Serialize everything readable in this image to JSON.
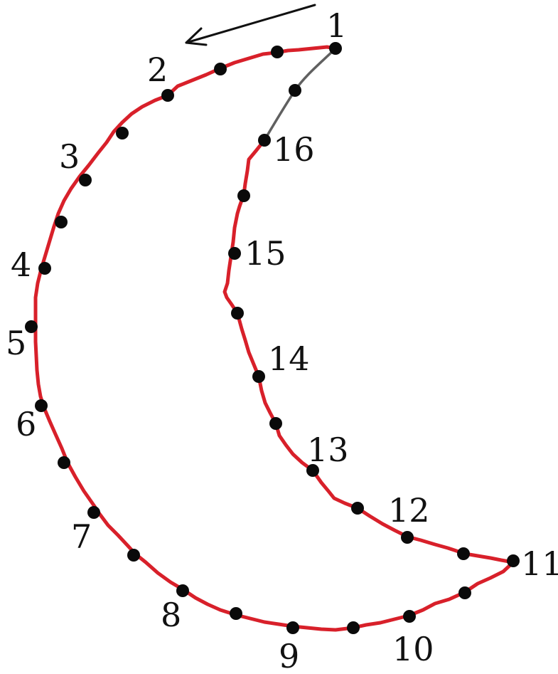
{
  "colors": {
    "trace": "#d8202a",
    "guide": "#606060",
    "dot": "#0a0a0a",
    "arrow": "#111111",
    "text": "#111111"
  },
  "labels": [
    "1",
    "2",
    "3",
    "4",
    "5",
    "6",
    "7",
    "8",
    "9",
    "10",
    "11",
    "12",
    "13",
    "14",
    "15",
    "16"
  ]
}
